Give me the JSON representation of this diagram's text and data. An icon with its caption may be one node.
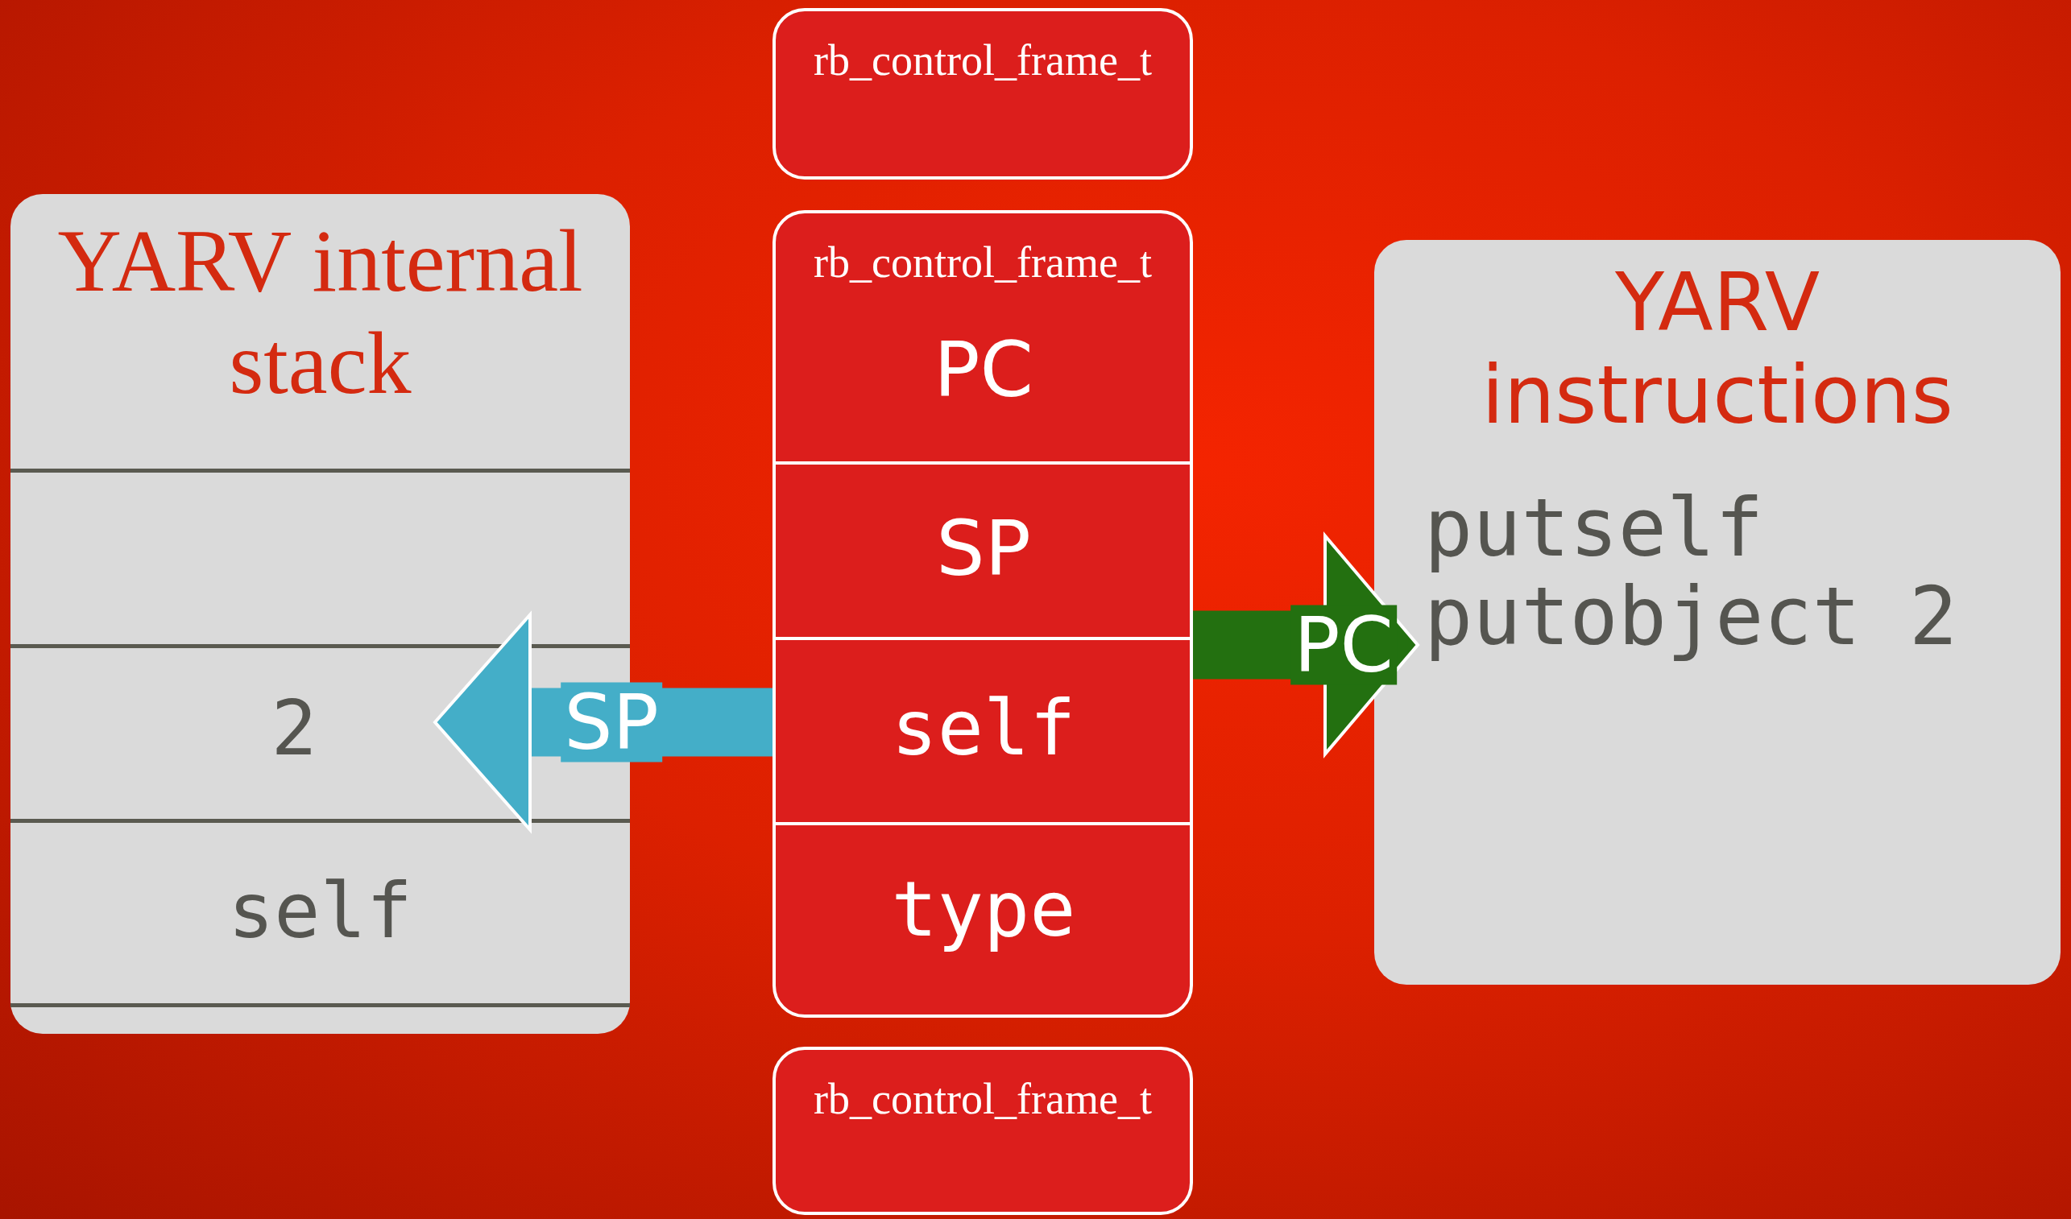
{
  "diagram": {
    "nodes": [
      {
        "text": [
          "YARV internal stack"
        ]
      },
      {
        "text": [],
        "shape": "box",
        "in": 0
      },
      {
        "text": [
          "2"
        ],
        "in": 0
      },
      {
        "text": [
          "self"
        ],
        "in": 0
      },
      {
        "text": [
          "rb_control_frame_t"
        ]
      },
      {
        "text": [
          "rb_control_frame_t"
        ]
      },
      {
        "text": [
          "PC"
        ],
        "in": 5
      },
      {
        "text": [
          "SP"
        ],
        "in": 5
      },
      {
        "text": [
          "self"
        ],
        "in": 5
      },
      {
        "text": [
          "type"
        ],
        "in": 5
      },
      {
        "text": [
          "rb_control_frame_t"
        ]
      },
      {
        "text": [
          "YARV instructions"
        ]
      },
      {
        "text": [
          "putself"
        ],
        "in": 11
      },
      {
        "text": [
          "putobject 2"
        ],
        "in": 11
      }
    ],
    "edges": [
      {
        "from": 5,
        "to": 2,
        "arrow": "to",
        "label": "SP",
        "color": "#44aec8"
      },
      {
        "from": 5,
        "to": 13,
        "arrow": "to",
        "label": "PC",
        "color": "#237010"
      }
    ]
  }
}
